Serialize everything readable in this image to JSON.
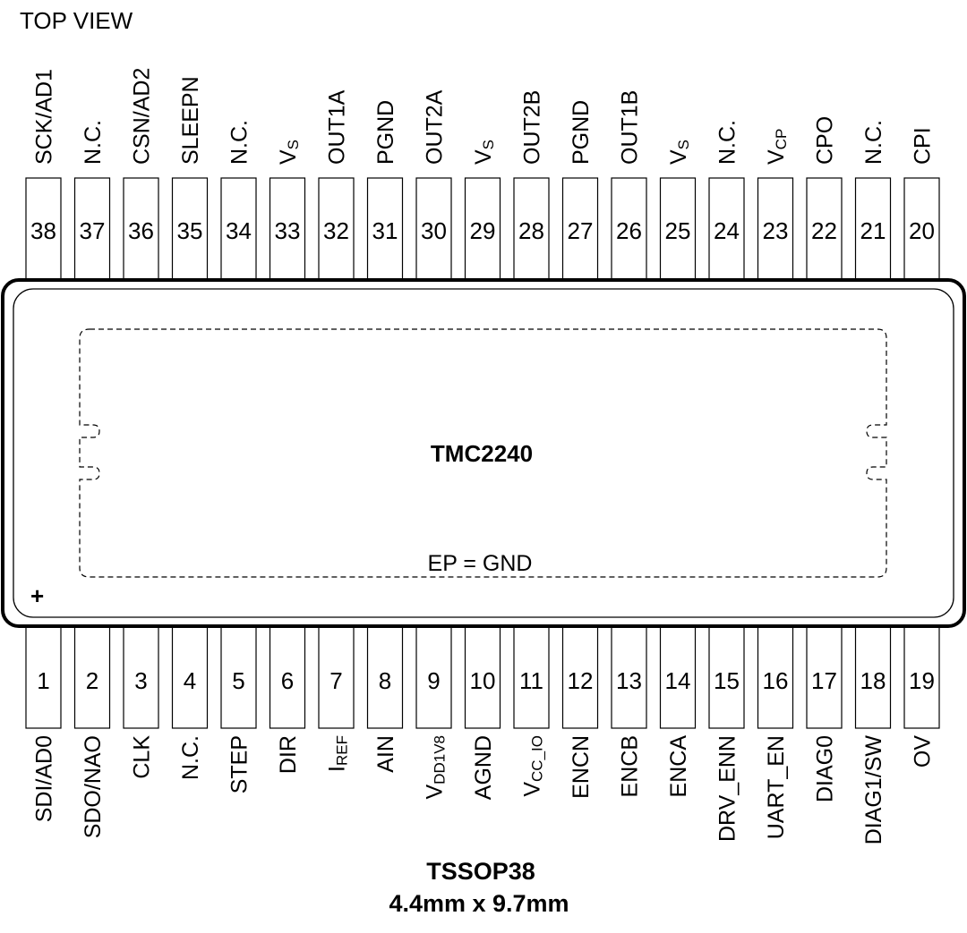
{
  "view_title": "TOP VIEW",
  "chip": {
    "name": "TMC2240",
    "exposed_pad_label": "EP = GND",
    "pin1_marker": "+"
  },
  "package": {
    "name": "TSSOP38",
    "size": "4.4mm x 9.7mm"
  },
  "pins_top": [
    {
      "num": "38",
      "name": "SCK/AD1"
    },
    {
      "num": "37",
      "name": "N.C."
    },
    {
      "num": "36",
      "name": "CSN/AD2"
    },
    {
      "num": "35",
      "name": "SLEEPN"
    },
    {
      "num": "34",
      "name": "N.C."
    },
    {
      "num": "33",
      "name": "V",
      "sub": "S"
    },
    {
      "num": "32",
      "name": "OUT1A"
    },
    {
      "num": "31",
      "name": "PGND"
    },
    {
      "num": "30",
      "name": "OUT2A"
    },
    {
      "num": "29",
      "name": "V",
      "sub": "S"
    },
    {
      "num": "28",
      "name": "OUT2B"
    },
    {
      "num": "27",
      "name": "PGND"
    },
    {
      "num": "26",
      "name": "OUT1B"
    },
    {
      "num": "25",
      "name": "V",
      "sub": "S"
    },
    {
      "num": "24",
      "name": "N.C."
    },
    {
      "num": "23",
      "name": "V",
      "sub": "CP"
    },
    {
      "num": "22",
      "name": "CPO"
    },
    {
      "num": "21",
      "name": "N.C."
    },
    {
      "num": "20",
      "name": "CPI"
    }
  ],
  "pins_bottom": [
    {
      "num": "1",
      "name": "SDI/AD0"
    },
    {
      "num": "2",
      "name": "SDO/NAO"
    },
    {
      "num": "3",
      "name": "CLK"
    },
    {
      "num": "4",
      "name": "N.C."
    },
    {
      "num": "5",
      "name": "STEP"
    },
    {
      "num": "6",
      "name": "DIR"
    },
    {
      "num": "7",
      "name": "I",
      "sub": "REF"
    },
    {
      "num": "8",
      "name": "AIN"
    },
    {
      "num": "9",
      "name": "V",
      "sub": "DD1V8"
    },
    {
      "num": "10",
      "name": "AGND"
    },
    {
      "num": "11",
      "name": "V",
      "sub": "CC_IO"
    },
    {
      "num": "12",
      "name": "ENCN"
    },
    {
      "num": "13",
      "name": "ENCB"
    },
    {
      "num": "14",
      "name": "ENCA"
    },
    {
      "num": "15",
      "name": "DRV_ENN"
    },
    {
      "num": "16",
      "name": "UART_EN"
    },
    {
      "num": "17",
      "name": "DIAG0"
    },
    {
      "num": "18",
      "name": "DIAG1/SW"
    },
    {
      "num": "19",
      "name": "OV"
    }
  ]
}
